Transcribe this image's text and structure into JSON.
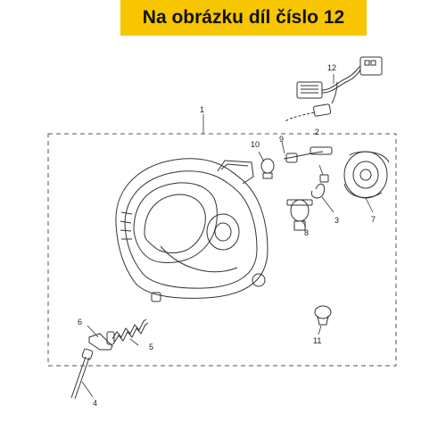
{
  "banner": {
    "text": "Na obrázku díl číslo 12",
    "color": "#f7c600"
  },
  "diagram": {
    "callouts": [
      {
        "id": "1",
        "label": "1"
      },
      {
        "id": "2",
        "label": "2"
      },
      {
        "id": "3",
        "label": "3"
      },
      {
        "id": "4",
        "label": "4"
      },
      {
        "id": "5",
        "label": "5"
      },
      {
        "id": "6",
        "label": "6"
      },
      {
        "id": "7",
        "label": "7"
      },
      {
        "id": "8",
        "label": "8"
      },
      {
        "id": "9",
        "label": "9"
      },
      {
        "id": "10",
        "label": "10"
      },
      {
        "id": "11",
        "label": "11"
      },
      {
        "id": "12",
        "label": "12"
      }
    ]
  }
}
